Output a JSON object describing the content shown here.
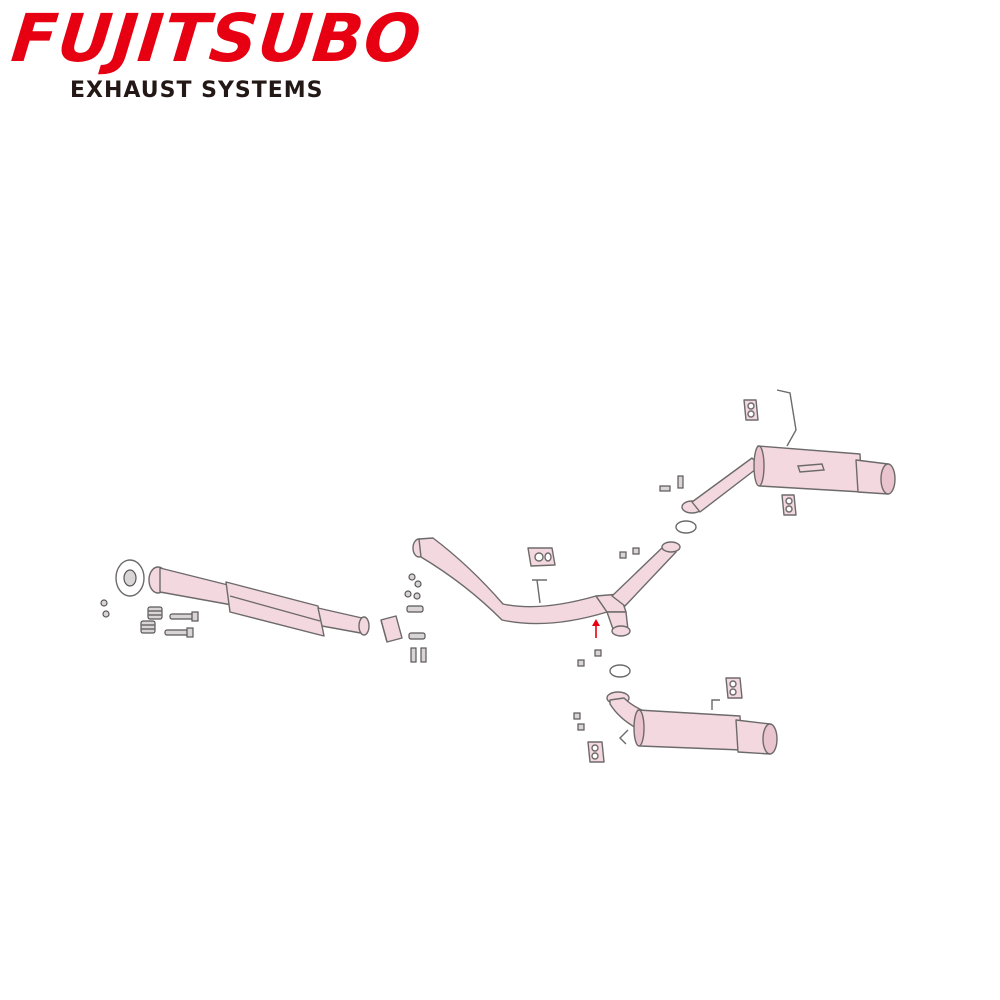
{
  "brand": {
    "name": "FUJITSUBO",
    "tagline": "EXHAUST SYSTEMS",
    "color": "#e60012"
  },
  "diagram": {
    "subject": "exploded view of exhaust system",
    "pipe_fill": "#f3d8df",
    "pipe_stroke": "#6d6a6b",
    "arrow_color": "#e60012"
  }
}
